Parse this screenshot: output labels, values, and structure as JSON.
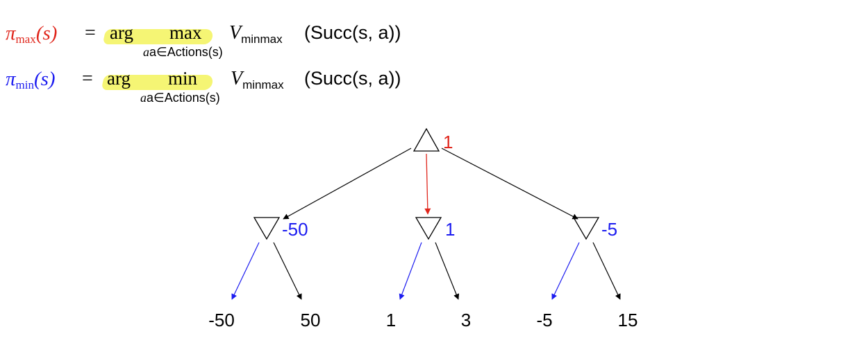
{
  "formulas": {
    "max": {
      "pi": "π",
      "sub": "max",
      "arg": "(s)",
      "eq": "=",
      "argword": "arg",
      "op": "max",
      "under": "a∈Actions(s)",
      "V": "V",
      "Vsub": "minmax",
      "succ": "(Succ(s, a))"
    },
    "min": {
      "pi": "π",
      "sub": "min",
      "arg": "(s)",
      "eq": "=",
      "argword": "arg",
      "op": "min",
      "under": "a∈Actions(s)",
      "V": "V",
      "Vsub": "minmax",
      "succ": "(Succ(s, a))"
    }
  },
  "tree": {
    "root": {
      "type": "max",
      "value": "1"
    },
    "min_nodes": [
      {
        "value": "-50",
        "children": [
          "-50",
          "50"
        ],
        "chosen": 0
      },
      {
        "value": "1",
        "children": [
          "1",
          "3"
        ],
        "chosen": 0
      },
      {
        "value": "-5",
        "children": [
          "-5",
          "15"
        ],
        "chosen": 0
      }
    ],
    "root_chosen": 1
  },
  "colors": {
    "max": "#e0261c",
    "min": "#1c1cf0",
    "highlight": "#f3f35c",
    "edge": "#000000"
  }
}
